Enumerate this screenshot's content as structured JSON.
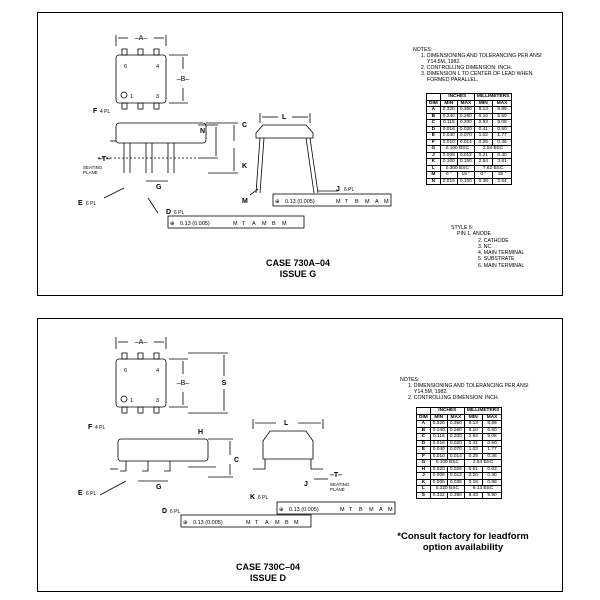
{
  "panel1": {
    "labels": {
      "datum_a": "–A–",
      "datum_b": "–B–",
      "datum_t": "–T–",
      "pin6": "6",
      "pin4": "4",
      "pin1": "1",
      "pin3": "3",
      "f": "F",
      "f_pl": "4 PL",
      "n": "N",
      "c": "C",
      "k": "K",
      "g": "G",
      "e": "E",
      "e_pl": "6 PL",
      "d": "D",
      "d_pl": "6 PL",
      "l": "L",
      "j": "J",
      "j_pl": "6 PL",
      "m": "M",
      "seating1": "SEATING",
      "seating2": "PLANE",
      "fcf1_value": "0.13 (0.005)",
      "fcf1_refs": [
        "M",
        "T",
        "B",
        "M",
        "A",
        "M"
      ],
      "fcf2_value": "0.13 (0.005)",
      "fcf2_refs": [
        "M",
        "T",
        "A",
        "M",
        "B",
        "M"
      ]
    },
    "notes": [
      "NOTES:",
      "1. DIMENSIONING AND TOLERANCING PER ANSI",
      "Y14.5M, 1982.",
      "2. CONTROLLING DIMENSION: INCH.",
      "3. DIMENSION L TO CENTER OF LEAD WHEN",
      "FORMED PARALLEL."
    ],
    "table": {
      "header_inches": "INCHES",
      "header_mm": "MILLIMETERS",
      "col_dim": "DIM",
      "col_min": "MIN",
      "col_max": "MAX",
      "rows": [
        [
          "A",
          "0.320",
          "0.350",
          "8.13",
          "8.89"
        ],
        [
          "B",
          "0.240",
          "0.260",
          "6.10",
          "6.60"
        ],
        [
          "C",
          "0.115",
          "0.200",
          "2.93",
          "5.08"
        ],
        [
          "D",
          "0.016",
          "0.020",
          "0.41",
          "0.50"
        ],
        [
          "E",
          "0.040",
          "0.070",
          "1.02",
          "1.77"
        ],
        [
          "F",
          "0.010",
          "0.014",
          "0.25",
          "0.36"
        ],
        [
          "G",
          "0.100 BSC",
          "",
          "2.54 BSC",
          ""
        ],
        [
          "J",
          "0.008",
          "0.012",
          "0.21",
          "0.30"
        ],
        [
          "K",
          "0.100",
          "0.150",
          "2.54",
          "3.81"
        ],
        [
          "L",
          "0.300 BSC",
          "",
          "7.62 BSC",
          ""
        ],
        [
          "M",
          "0 °",
          "15 °",
          "0 °",
          "15 °"
        ],
        [
          "N",
          "0.015",
          "0.100",
          "0.38",
          "2.54"
        ]
      ]
    },
    "style_title": "STYLE 6:",
    "style_lines": [
      "PIN 1.   ANODE",
      "2.   CATHODE",
      "3.   NC",
      "4.   MAIN TERMINAL",
      "5.   SUBSTRATE",
      "6.   MAIN TERMINAL"
    ],
    "case": "CASE 730A–04",
    "issue": "ISSUE G"
  },
  "panel2": {
    "labels": {
      "datum_a": "–A–",
      "datum_b": "–B–",
      "datum_t": "–T–",
      "pin6": "6",
      "pin4": "4",
      "pin1": "1",
      "pin3": "3",
      "s": "S",
      "f": "F",
      "f_pl": "4 PL",
      "h": "H",
      "c": "C",
      "g": "G",
      "e": "E",
      "e_pl": "6 PL",
      "d": "D",
      "d_pl": "6 PL",
      "l": "L",
      "j": "J",
      "k": "K",
      "k_pl": "6 PL",
      "seating1": "SEATING",
      "seating2": "PLANE",
      "fcf1_value": "0.13 (0.005)",
      "fcf1_refs": [
        "M",
        "T",
        "B",
        "M",
        "A",
        "M"
      ],
      "fcf2_value": "0.13 (0.005)",
      "fcf2_refs": [
        "M",
        "T",
        "A",
        "M",
        "B",
        "M"
      ]
    },
    "notes": [
      "NOTES:",
      "1. DIMENSIONING AND TOLERANCING PER ANSI",
      "Y14.5M, 1982.",
      "2. CONTROLLING DIMENSION: INCH."
    ],
    "table": {
      "header_inches": "INCHES",
      "header_mm": "MILLIMETERS",
      "col_dim": "DIM",
      "col_min": "MIN",
      "col_max": "MAX",
      "rows": [
        [
          "A",
          "0.320",
          "0.350",
          "8.13",
          "8.89"
        ],
        [
          "B",
          "0.240",
          "0.260",
          "6.10",
          "6.60"
        ],
        [
          "C",
          "0.115",
          "0.200",
          "2.93",
          "5.08"
        ],
        [
          "D",
          "0.016",
          "0.020",
          "0.41",
          "0.50"
        ],
        [
          "E",
          "0.040",
          "0.070",
          "1.02",
          "1.77"
        ],
        [
          "F",
          "0.010",
          "0.014",
          "0.25",
          "0.36"
        ],
        [
          "G",
          "0.100 BSC",
          "",
          "2.54 BSC",
          ""
        ],
        [
          "H",
          "0.020",
          "0.025",
          "0.51",
          "0.63"
        ],
        [
          "J",
          "0.008",
          "0.012",
          "0.20",
          "0.30"
        ],
        [
          "K",
          "0.006",
          "0.035",
          "0.16",
          "0.88"
        ],
        [
          "L",
          "0.320 BSC",
          "",
          "8.13 BSC",
          ""
        ],
        [
          "S",
          "0.332",
          "0.390",
          "8.43",
          "9.90"
        ]
      ]
    },
    "consult_1": "*Consult factory for leadform",
    "consult_2": "option availability",
    "case": "CASE 730C–04",
    "issue": "ISSUE D"
  }
}
